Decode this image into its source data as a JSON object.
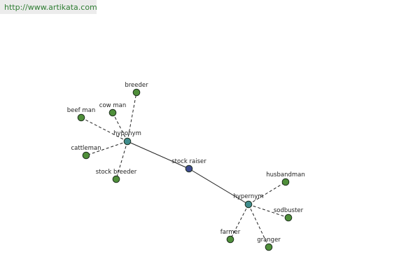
{
  "header": {
    "url_text": "http://www.artikata.com"
  },
  "graph": {
    "colors": {
      "center": "#3d4a8f",
      "relation": "#3f8c8c",
      "leaf": "#4f8f3a"
    },
    "center": {
      "label": "stock raiser"
    },
    "hyponym": {
      "label": "hyponym",
      "children": [
        "breeder",
        "cow man",
        "beef man",
        "cattleman",
        "stock breeder"
      ]
    },
    "hypernym": {
      "label": "hypernym",
      "children": [
        "husbandman",
        "sodbuster",
        "granger",
        "farmer"
      ]
    }
  }
}
